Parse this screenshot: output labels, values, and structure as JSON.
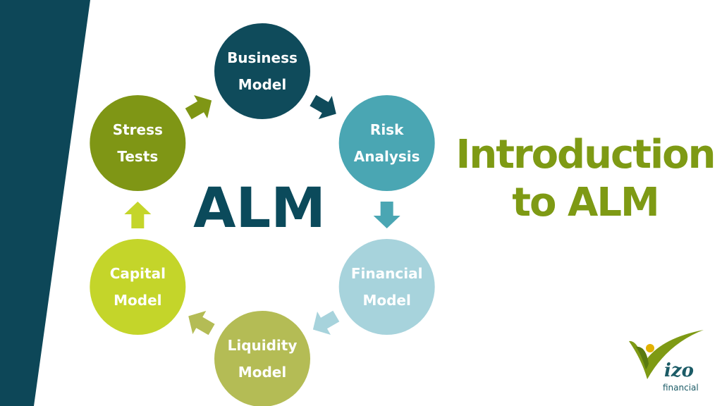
{
  "title": {
    "line1": "Introduction",
    "line2": "to ALM"
  },
  "diagram": {
    "center_label": "ALM",
    "nodes": [
      {
        "lines": [
          "Business",
          "Model"
        ],
        "color": "#0f4b5b"
      },
      {
        "lines": [
          "Risk",
          "Analysis"
        ],
        "color": "#4aa6b3"
      },
      {
        "lines": [
          "Financial",
          "Model"
        ],
        "color": "#a7d3dc"
      },
      {
        "lines": [
          "Liquidity",
          "Model"
        ],
        "color": "#b4bc55"
      },
      {
        "lines": [
          "Capital",
          "Model"
        ],
        "color": "#c4d52a"
      },
      {
        "lines": [
          "Stress",
          "Tests"
        ],
        "color": "#7f9615"
      }
    ],
    "arrow_colors": [
      "#0f4b5b",
      "#4aa6b3",
      "#a7d3dc",
      "#b4bc55",
      "#c4d52a",
      "#7f9615"
    ]
  },
  "colors": {
    "band": "#0d4758",
    "title": "#7e9a14"
  },
  "logo": {
    "icon": "checkmark-person-icon",
    "word": "izo",
    "sub": "financial"
  }
}
